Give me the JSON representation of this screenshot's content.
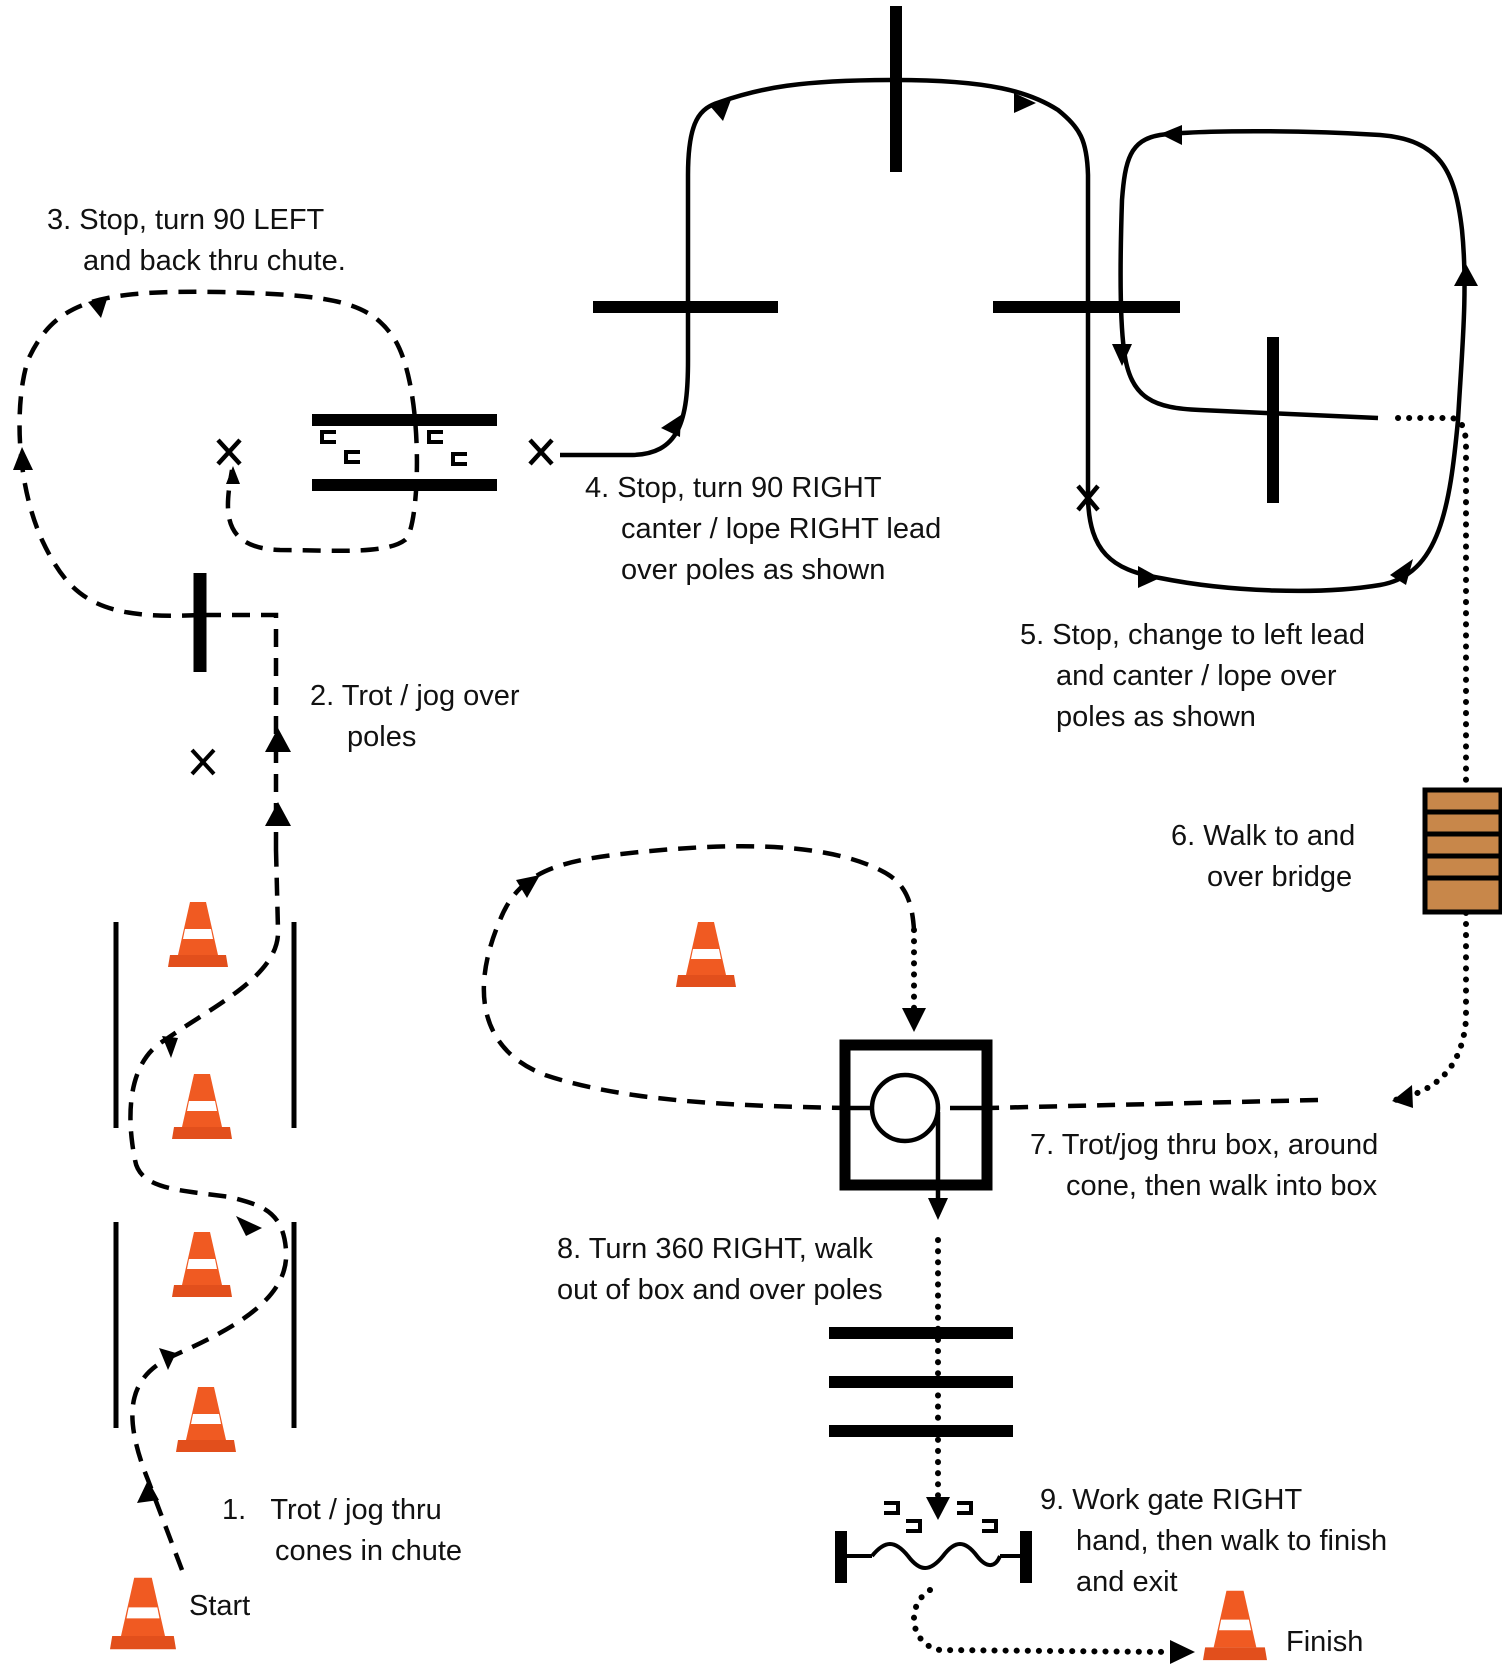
{
  "steps": [
    {
      "num": "1.",
      "lines": [
        "Trot / jog thru",
        "cones in chute"
      ]
    },
    {
      "num": "2.",
      "lines": [
        "Trot / jog over",
        "poles"
      ]
    },
    {
      "num": "3.",
      "lines": [
        "Stop, turn 90 LEFT",
        "and back thru chute."
      ]
    },
    {
      "num": "4.",
      "lines": [
        "Stop, turn 90 RIGHT",
        "canter / lope RIGHT lead",
        "over poles as shown"
      ]
    },
    {
      "num": "5.",
      "lines": [
        "Stop, change to left lead",
        "and canter / lope over",
        "poles as shown"
      ]
    },
    {
      "num": "6.",
      "lines": [
        "Walk to and",
        "over bridge"
      ]
    },
    {
      "num": "7.",
      "lines": [
        "Trot/jog thru box, around",
        "cone, then walk into box"
      ]
    },
    {
      "num": "8.",
      "lines": [
        "Turn 360 RIGHT, walk",
        "out of box and over poles"
      ]
    },
    {
      "num": "9.",
      "lines": [
        "Work gate RIGHT",
        "hand, then walk to finish",
        "and exit"
      ]
    }
  ],
  "start_label": "Start",
  "finish_label": "Finish",
  "colors": {
    "ink": "#000000",
    "cone": "#f05a22",
    "cone_dark": "#c8401a",
    "cone_band": "#ffffff",
    "bridge": "#c8874a"
  }
}
